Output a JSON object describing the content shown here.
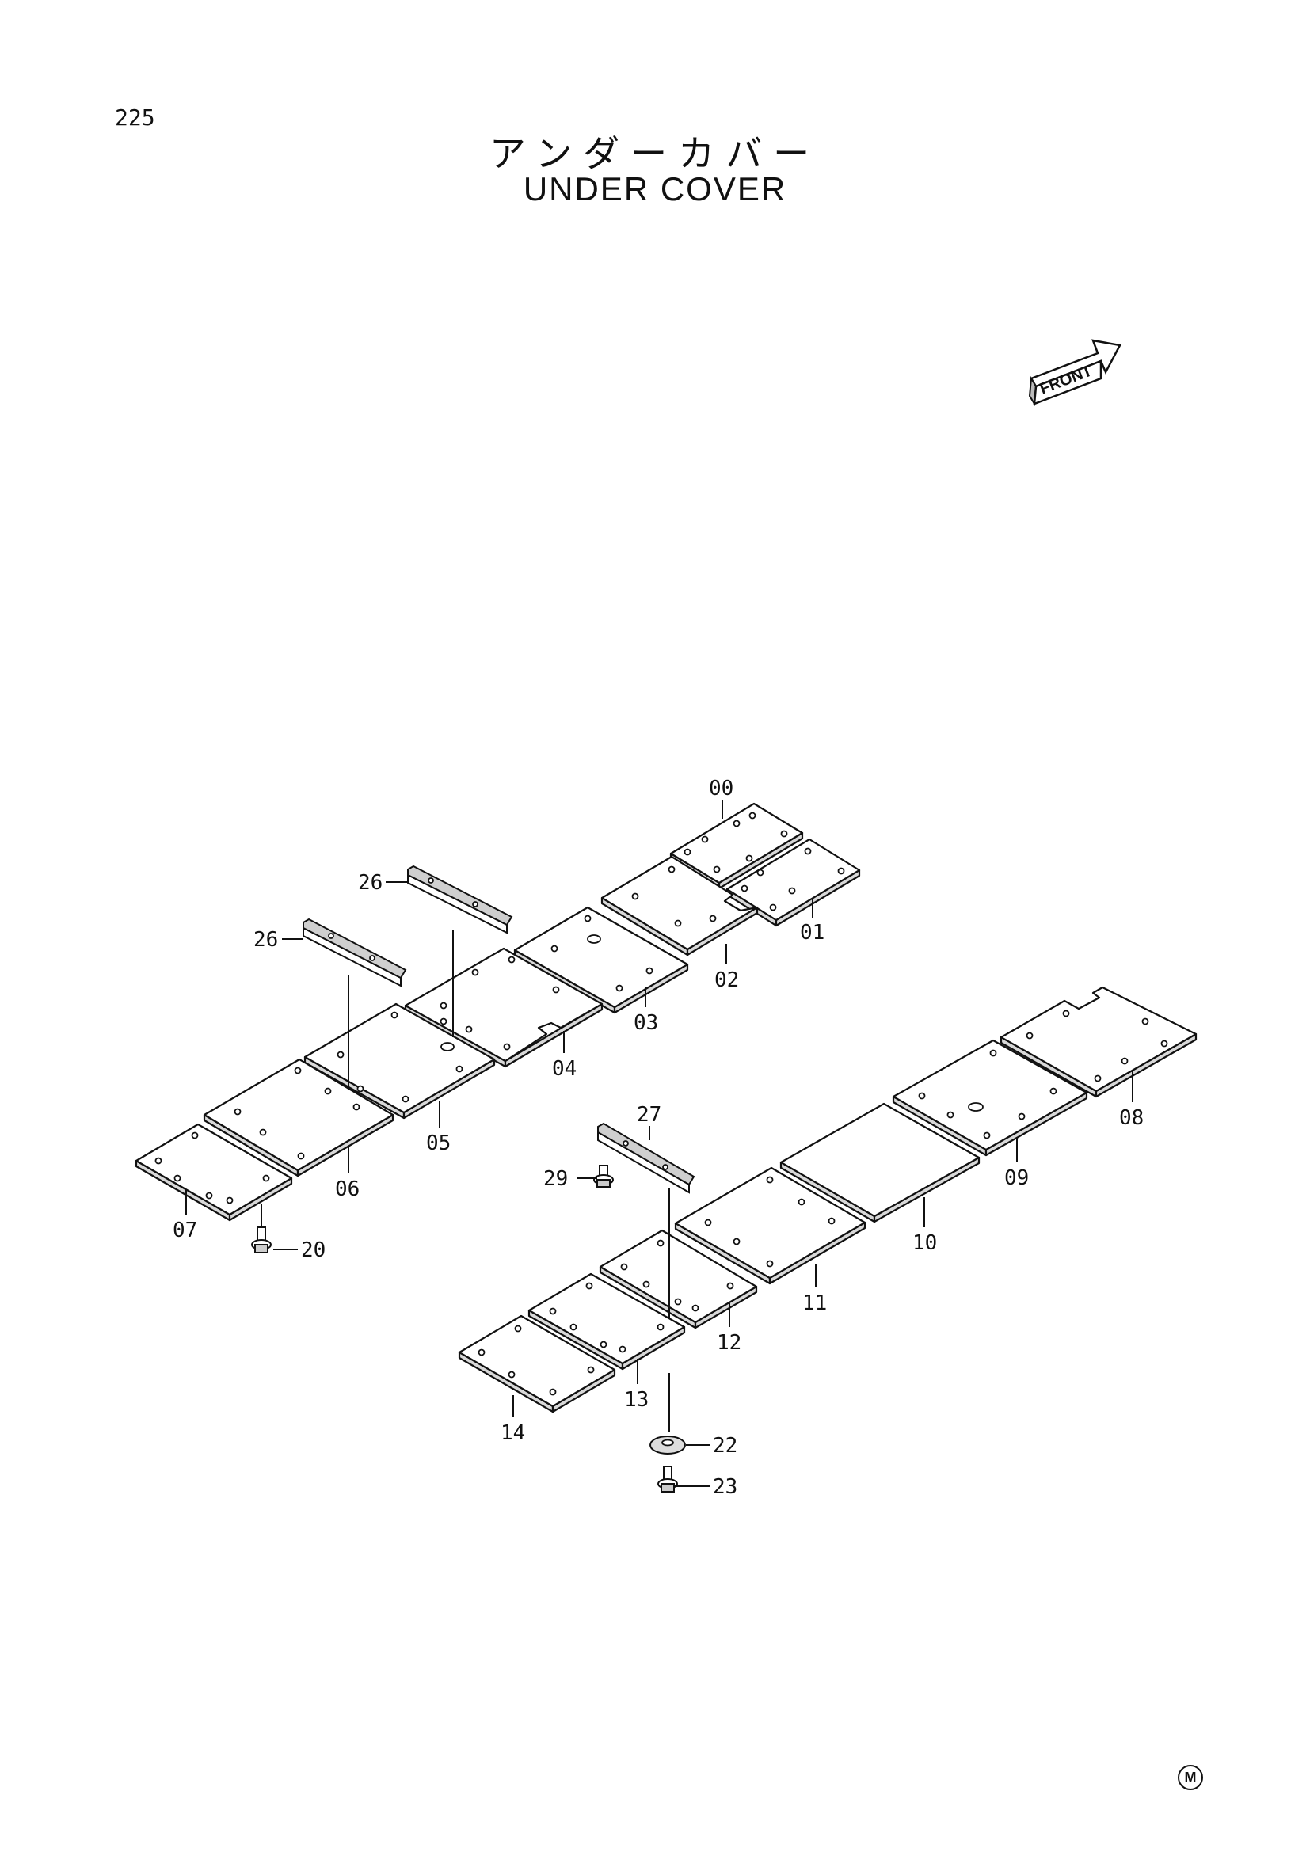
{
  "page_number": "225",
  "title_jp": "アンダーカバー",
  "title_en": "UNDER COVER",
  "front_label": "FRONT",
  "footer_mark": "M",
  "callouts": {
    "p00": "00",
    "p01": "01",
    "p02": "02",
    "p03": "03",
    "p04": "04",
    "p05": "05",
    "p06": "06",
    "p07": "07",
    "p08": "08",
    "p09": "09",
    "p10": "10",
    "p11": "11",
    "p12": "12",
    "p13": "13",
    "p14": "14",
    "p20": "20",
    "p22": "22",
    "p23": "23",
    "p26a": "26",
    "p26b": "26",
    "p27": "27",
    "p29": "29"
  }
}
